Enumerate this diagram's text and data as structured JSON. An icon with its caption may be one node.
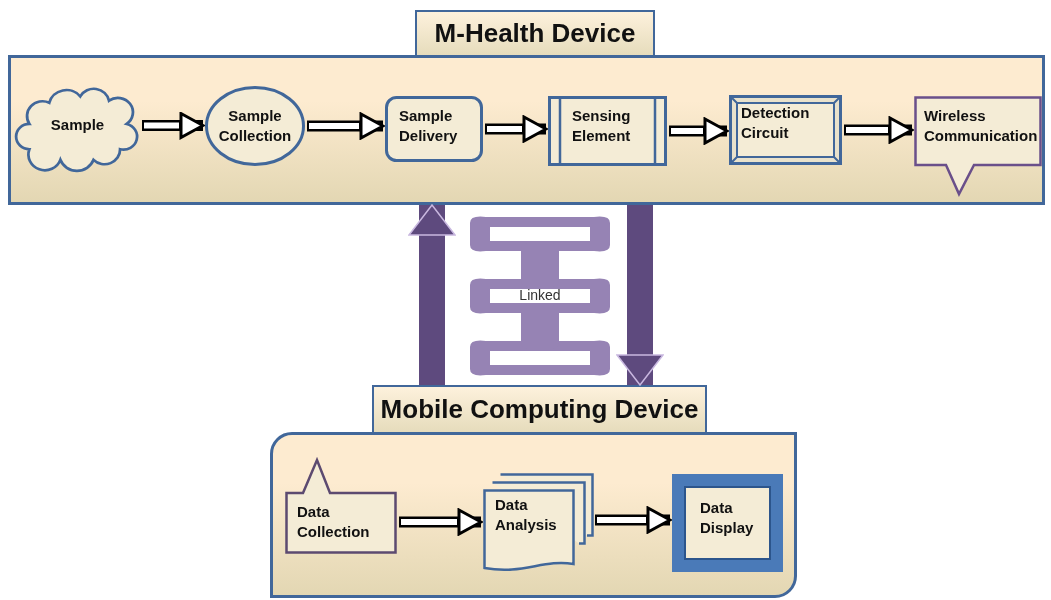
{
  "diagram": {
    "nodes": [
      {
        "text": [
          "M-Health Device"
        ]
      },
      {
        "text": [
          "Sample"
        ],
        "in": 0
      },
      {
        "text": [
          "Sample Collection"
        ],
        "in": 0
      },
      {
        "text": [
          "Sample Delivery"
        ],
        "in": 0
      },
      {
        "text": [
          "Sensing Element"
        ],
        "in": 0
      },
      {
        "text": [
          "Detection Circuit"
        ],
        "in": 0
      },
      {
        "text": [
          "Wireless Communication"
        ],
        "in": 0
      },
      {
        "text": [
          "Linked"
        ]
      },
      {
        "text": [
          "Mobile Computing Device"
        ]
      },
      {
        "text": [
          "Data Collection"
        ],
        "in": 8
      },
      {
        "text": [
          "Data Analysis"
        ],
        "in": 8
      },
      {
        "text": [
          "Data Display"
        ],
        "in": 8
      }
    ],
    "edges": [
      {
        "from": 1,
        "to": 2,
        "arrow": "to"
      },
      {
        "from": 2,
        "to": 3,
        "arrow": "to"
      },
      {
        "from": 3,
        "to": 4,
        "arrow": "to"
      },
      {
        "from": 4,
        "to": 5,
        "arrow": "to"
      },
      {
        "from": 5,
        "to": 6,
        "arrow": "to"
      },
      {
        "from": 9,
        "to": 10,
        "arrow": "to"
      },
      {
        "from": 10,
        "to": 11,
        "arrow": "to"
      },
      {
        "from": 8,
        "to": 0,
        "arrow": "to",
        "style": "thick",
        "color": "#5e4a7e"
      },
      {
        "from": 0,
        "to": 8,
        "arrow": "to",
        "style": "thick",
        "color": "#5e4a7e"
      }
    ]
  }
}
